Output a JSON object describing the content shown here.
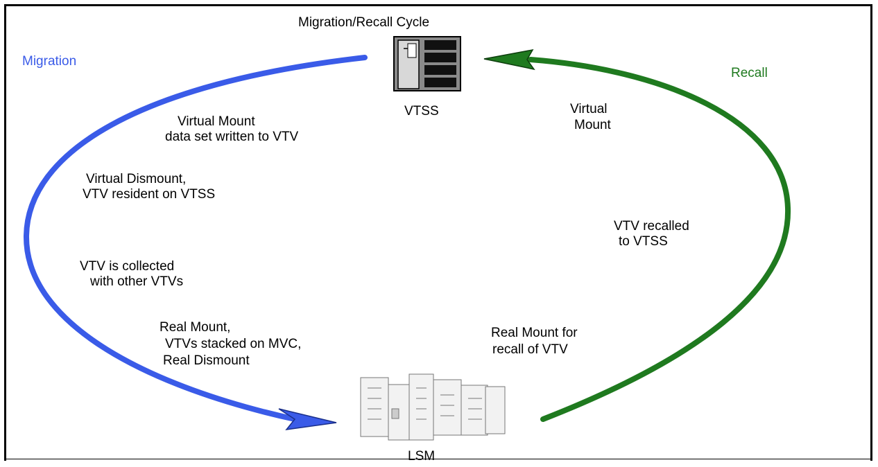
{
  "diagram": {
    "title": "Migration/Recall Cycle",
    "migration_label": "Migration",
    "recall_label": "Recall",
    "vtss_label": "VTSS",
    "lsm_label": "LSM",
    "migration_steps": [
      "Virtual Mount",
      "data set written to VTV",
      "Virtual Dismount,",
      "VTV resident on VTSS",
      "VTV is collected",
      "with other VTVs",
      "Real Mount,",
      "VTVs stacked on MVC,",
      "Real Dismount"
    ],
    "recall_steps": [
      "Virtual",
      "Mount",
      "VTV recalled",
      "to VTSS",
      "Real Mount for",
      "recall of VTV"
    ]
  },
  "colors": {
    "migration": "#3a5be8",
    "recall": "#1f7a1f"
  },
  "icons": {
    "vtss": "server-cabinet-icon",
    "lsm": "tape-library-icon"
  }
}
